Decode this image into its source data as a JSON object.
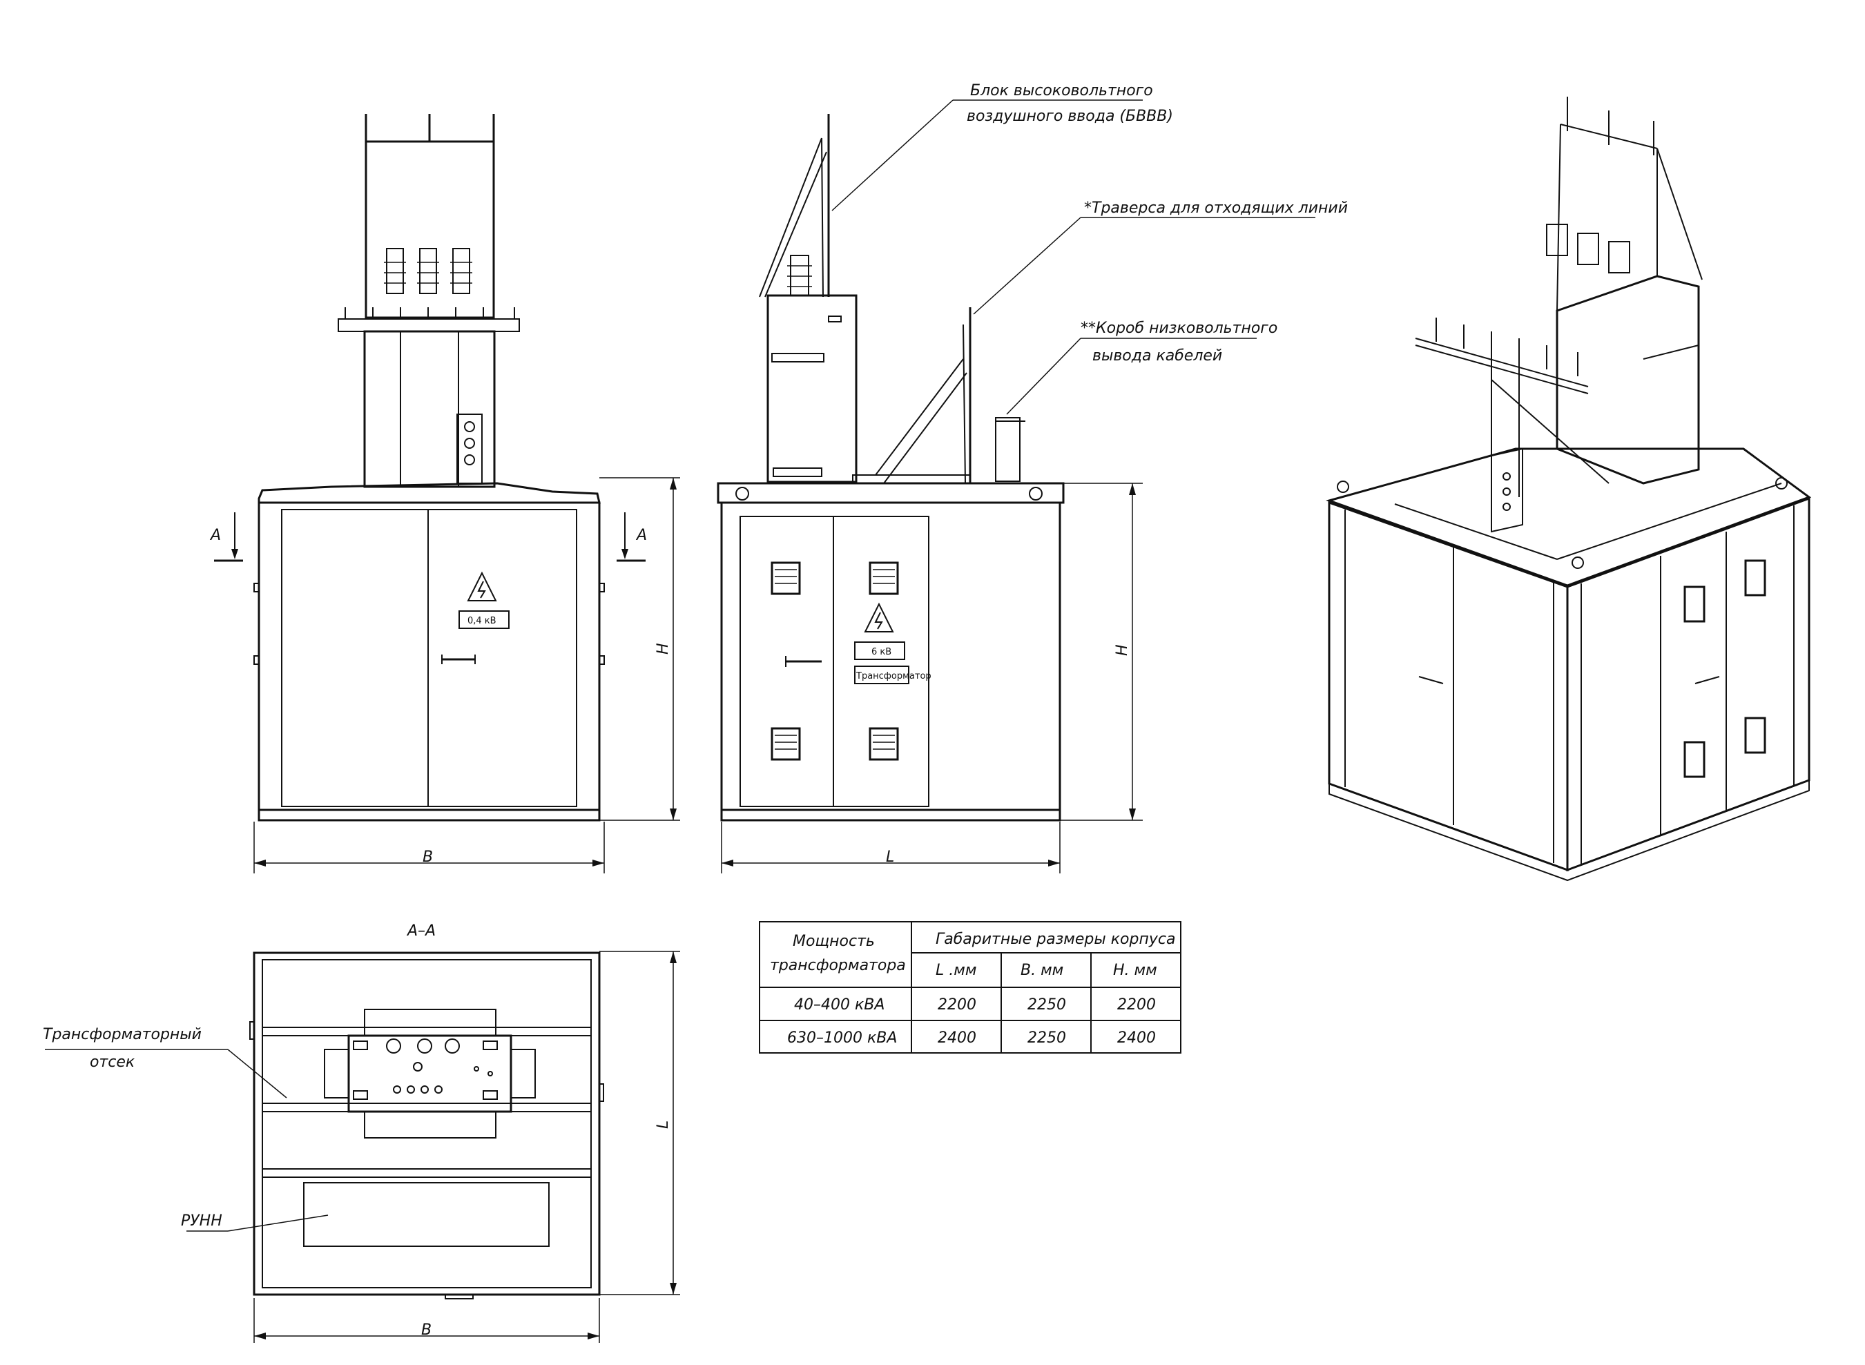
{
  "labels": {
    "bvvv_line1": "Блок высоковольтного",
    "bvvv_line2": "воздушного ввода (БВВВ)",
    "traversa": "*Траверса для отходящих линий",
    "korob_line1": "**Короб низковольтного",
    "korob_line2": "вывода кабелей",
    "section_mark_left": "A",
    "section_mark_right": "A",
    "section_title": "А–А",
    "transformer_bay_line1": "Трансформаторный",
    "transformer_bay_line2": "отсек",
    "runn": "РУНН"
  },
  "dimensions": {
    "front_width": "B",
    "front_height": "H",
    "side_length": "L",
    "side_height": "H",
    "plan_width": "B",
    "plan_length": "L"
  },
  "signs": {
    "front_voltage": "0,4 кВ",
    "side_voltage": "6 кВ",
    "side_transformer": "Трансформатор"
  },
  "table": {
    "header_power_line1": "Мощность",
    "header_power_line2": "трансформатора",
    "header_dims": "Габаритные размеры корпуса",
    "col_l": "L .мм",
    "col_b": "В. мм",
    "col_h": "Н. мм",
    "rows": [
      {
        "power": "40–400 кВА",
        "l": "2200",
        "b": "2250",
        "h": "2200"
      },
      {
        "power": "630–1000 кВА",
        "l": "2400",
        "b": "2250",
        "h": "2400"
      }
    ]
  }
}
